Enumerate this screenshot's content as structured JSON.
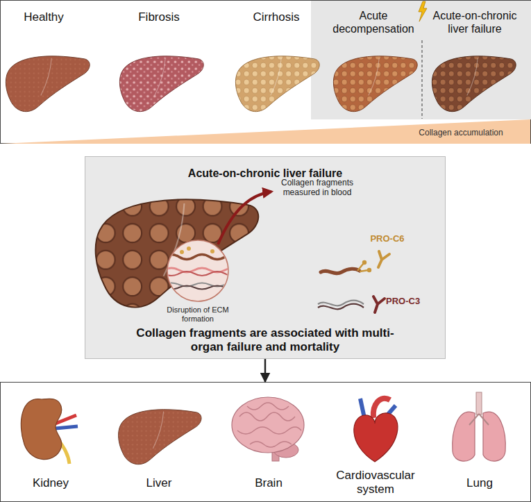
{
  "diagram": {
    "nodes": [
      {
        "text": [
          "Healthy",
          "Fibrosis",
          "Cirrhosis"
        ]
      },
      {
        "text": [
          "Acute decompensation",
          "Acute-on-chronic liver failure"
        ],
        "in": 0
      },
      {
        "text": [
          "Collagen accumulation"
        ],
        "in": 0
      },
      {
        "text": [
          "Acute-on-chronic liver failure",
          "Collagen fragments are associated with multi-organ failure and mortality"
        ]
      },
      {
        "text": [
          "Kidney",
          "Liver",
          "Brain",
          "Cardiovascular system",
          "Lung"
        ]
      }
    ],
    "edges": [
      {
        "from": 3,
        "to": 4,
        "arrow": "to"
      }
    ],
    "labels": [
      "Collagen fragments measured in blood",
      "PRO-C6",
      "PRO-C3",
      "Disruption of ECM formation"
    ]
  }
}
